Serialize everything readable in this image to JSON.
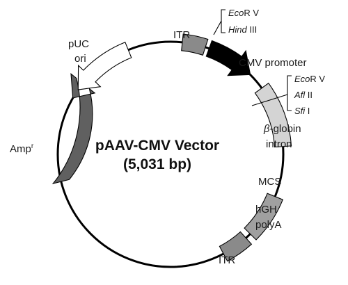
{
  "plasmid": {
    "name": "pAAV-CMV Vector",
    "size": "(5,031 bp)"
  },
  "features": {
    "itr_left": "ITR",
    "cmv_line1": "CMV promoter",
    "beta_greek": "β",
    "beta_rest": "-globin",
    "intron": "intron",
    "mcs": "MCS",
    "hgh_line1": "hGH",
    "hgh_line2": "polyA",
    "itr_bottom": "ITR",
    "ampr_base": "Amp",
    "ampr_sup": "r",
    "puc_line1": "pUC",
    "puc_line2": "ori"
  },
  "sites_top": {
    "ecorv_italic": "Eco",
    "ecorv_rest": "R V",
    "hindiii_italic": "Hind",
    "hindiii_rest": " III"
  },
  "sites_right": {
    "ecorv_italic": "Eco",
    "ecorv_rest": "R V",
    "aflii_italic": "Afl",
    "aflii_rest": " II",
    "sfii_italic": "Sfi",
    "sfii_rest": " I"
  },
  "colors": {
    "backbone": "#000000",
    "itr": "#8a8a8a",
    "cmv_promoter": "#000000",
    "beta_globin_intron": "#d4d4d4",
    "hgh_polya": "#a0a0a0",
    "ampr": "#606060",
    "puc_ori": "#ffffff"
  }
}
